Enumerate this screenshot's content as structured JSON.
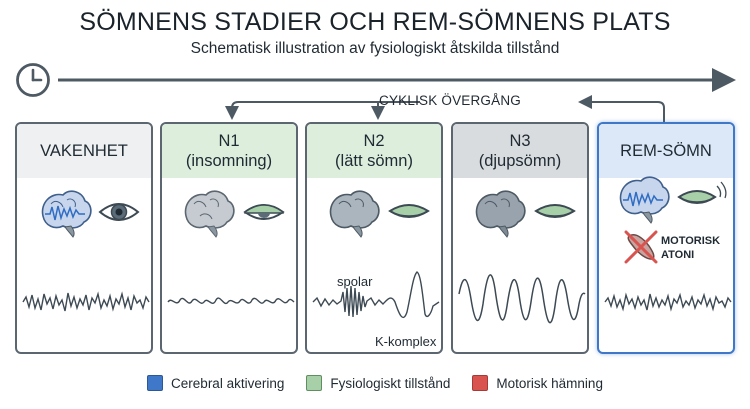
{
  "header": {
    "title": "SÖMNENS STADIER OCH REM-SÖMNENS PLATS",
    "subtitle": "Schematisk illustration av fysiologiskt åtskilda tillstånd"
  },
  "timeline": {
    "icon": "clock-icon"
  },
  "cycle": {
    "label": "CYKLISK ÖVERGÅNG"
  },
  "stages": [
    {
      "line1": "VAKENHET",
      "line2": ""
    },
    {
      "line1": "N1",
      "line2": "(insomning)"
    },
    {
      "line1": "N2",
      "line2": "(lätt sömn)"
    },
    {
      "line1": "N3",
      "line2": "(djupsömn)"
    },
    {
      "line1": "REM-SÖMN",
      "line2": ""
    }
  ],
  "annotations": {
    "spindles": "spolar",
    "k_complex": "K-komplex",
    "atonia_line1": "MOTORISK",
    "atonia_line2": "ATONI"
  },
  "legend": [
    {
      "label": "Cerebral aktivering",
      "color": "#3f78c9"
    },
    {
      "label": "Fysiologiskt tillstånd",
      "color": "#8fbf8f"
    },
    {
      "label": "Motorisk hämning",
      "color": "#d9534f"
    }
  ],
  "colors": {
    "header_wake": "#eef0f1",
    "header_light": "#ddeedd",
    "header_deep": "#d9dcdf",
    "header_rem": "#dce8f7",
    "accent": "#3f78c9"
  }
}
